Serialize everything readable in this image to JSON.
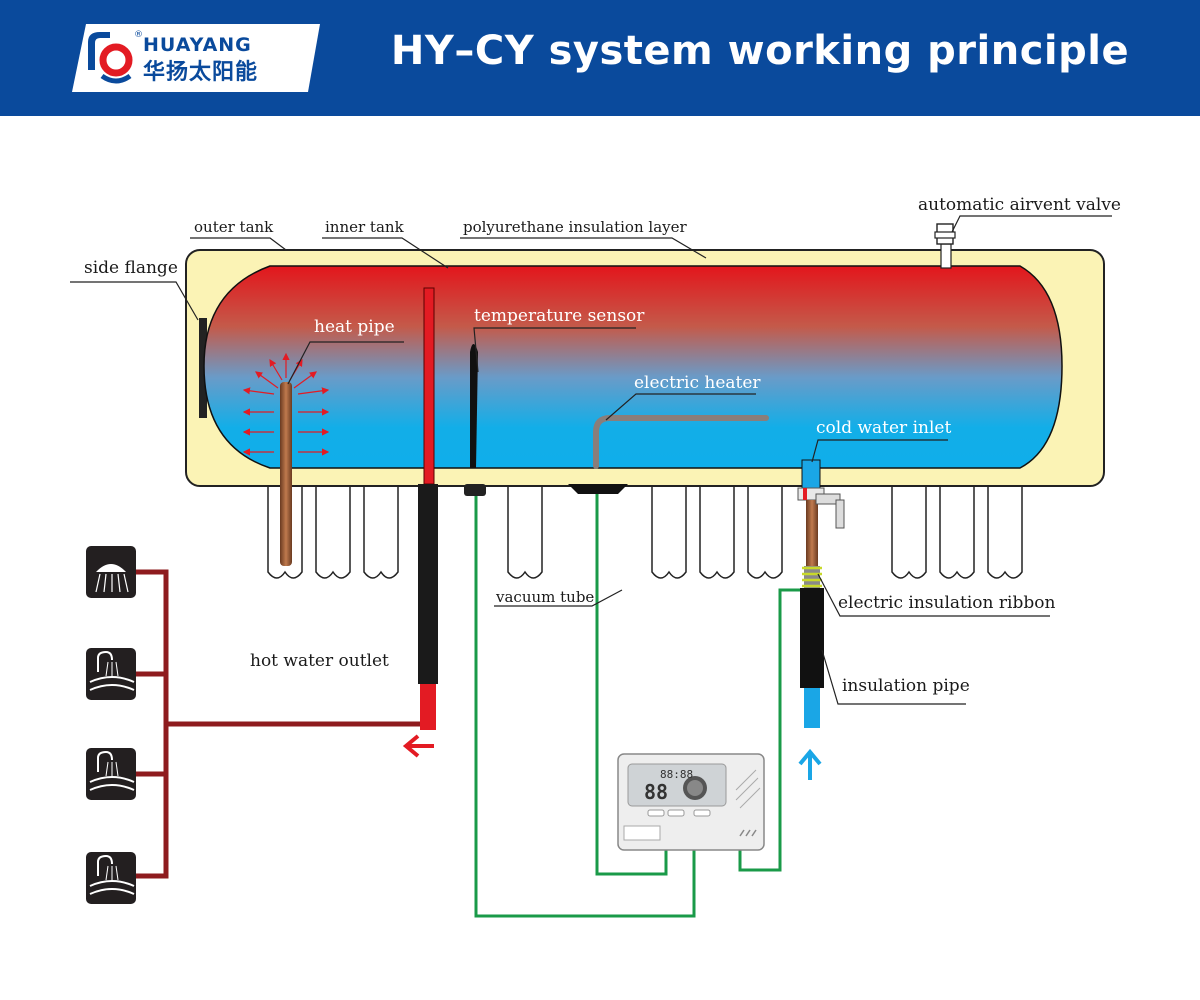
{
  "header": {
    "brand_latin": "HUAYANG",
    "brand_chinese": "华扬太阳能",
    "registered_mark": "®",
    "title": "HY–CY system working principle"
  },
  "labels": {
    "outer_tank": "outer tank",
    "inner_tank": "inner tank",
    "insulation_layer": "polyurethane insulation layer",
    "airvent_valve": "automatic airvent valve",
    "side_flange": "side flange",
    "heat_pipe": "heat pipe",
    "temperature_sensor": "temperature sensor",
    "electric_heater": "electric heater",
    "cold_water_inlet": "cold water inlet",
    "vacuum_tube": "vacuum tube",
    "electric_insulation_ribbon": "electric insulation ribbon",
    "insulation_pipe": "insulation pipe",
    "hot_water_outlet": "hot water outlet"
  },
  "controller": {
    "display_digits": "88",
    "display_small": "88:88"
  },
  "colors": {
    "header_blue": "#0a4a9c",
    "hot_red": "#e31b23",
    "cold_blue": "#1aa6e6",
    "insulation_yellow": "#fbf3b5",
    "sensor_green": "#1a9a48",
    "copper": "#a0603a",
    "outlet_pipe": "#8e1b1e"
  },
  "icons": [
    "shower-icon",
    "bathtub-icon",
    "washbasin-icon",
    "sink-icon"
  ]
}
